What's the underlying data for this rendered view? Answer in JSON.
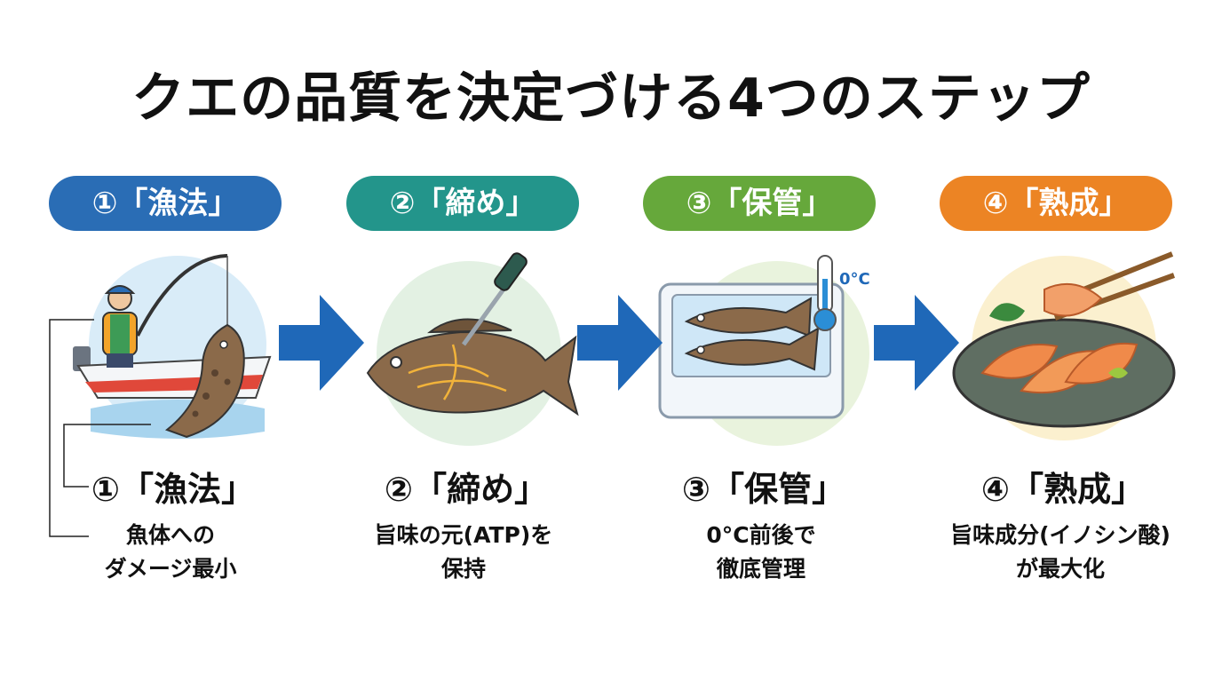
{
  "title": "クエの品質を決定づける4つのステップ",
  "colors": {
    "step1": "#2a6db5",
    "step2": "#23958b",
    "step3": "#66a83b",
    "step4": "#ec8424",
    "arrow": "#1f68b8"
  },
  "steps": [
    {
      "badge": "①「漁法」",
      "heading": "①「漁法」",
      "desc_line1": "魚体への",
      "desc_line2": "ダメージ最小"
    },
    {
      "badge": "②「締め」",
      "heading": "②「締め」",
      "desc_line1": "旨味の元(ATP)を",
      "desc_line2": "保持"
    },
    {
      "badge": "③「保管」",
      "heading": "③「保管」",
      "desc_line1": "0°C前後で",
      "desc_line2": "徹底管理",
      "thermometer_label": "0°C"
    },
    {
      "badge": "④「熟成」",
      "heading": "④「熟成」",
      "desc_line1": "旨味成分(イノシン酸)",
      "desc_line2": "が最大化"
    }
  ]
}
